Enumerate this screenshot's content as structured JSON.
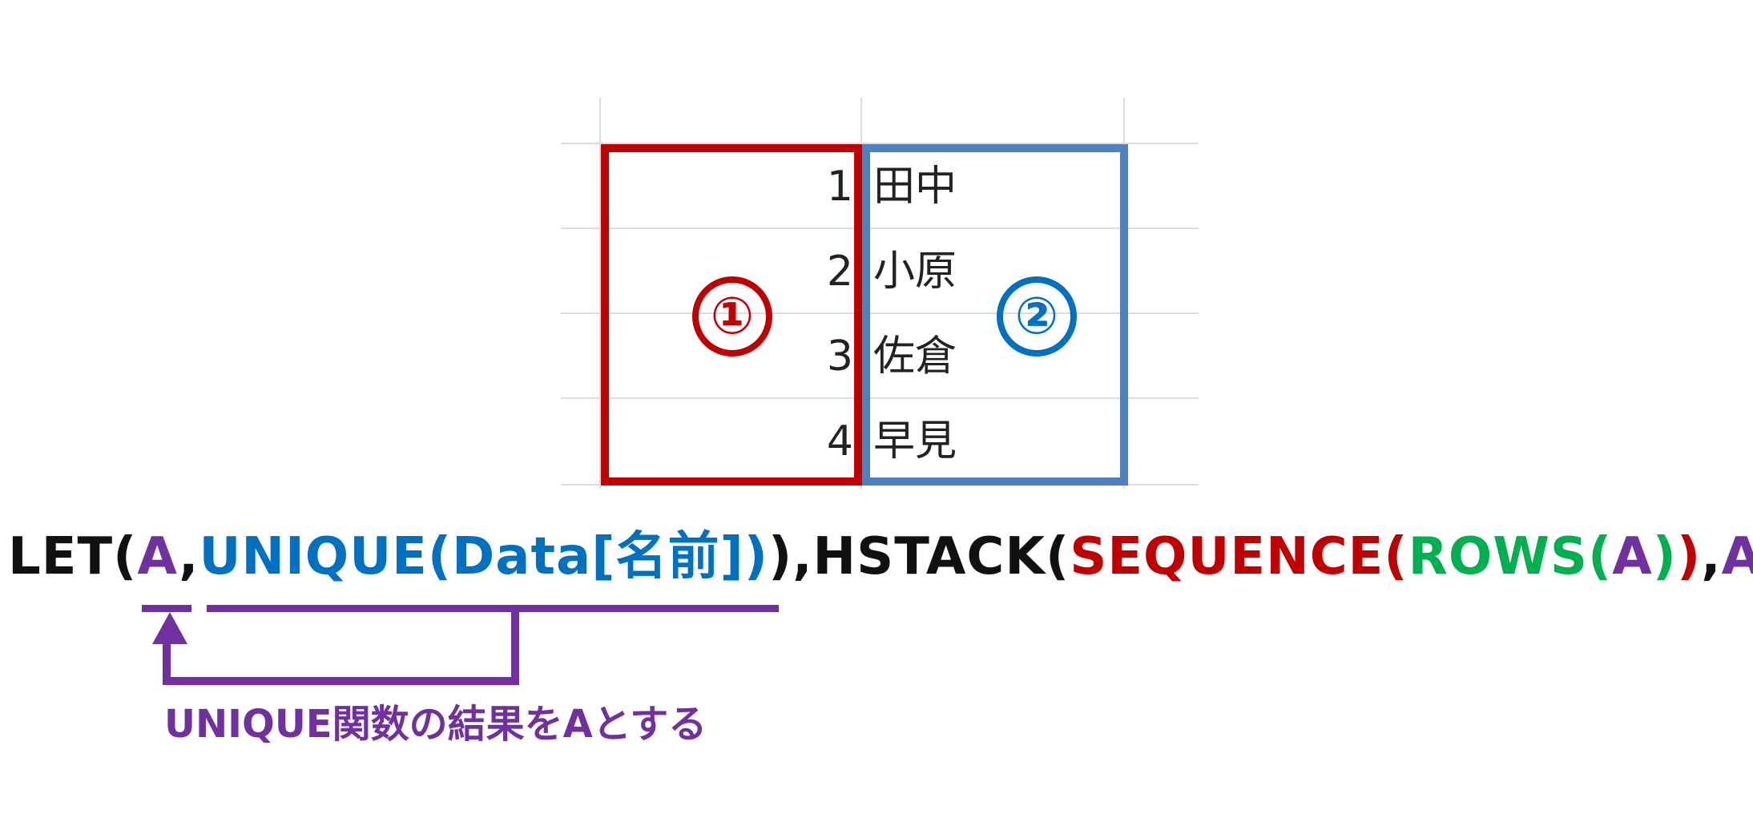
{
  "table": {
    "rows": [
      {
        "number": "1",
        "name": "田中"
      },
      {
        "number": "2",
        "name": "小原"
      },
      {
        "number": "3",
        "name": "佐倉"
      },
      {
        "number": "4",
        "name": "早見"
      }
    ]
  },
  "labels": {
    "region1": "①",
    "region2": "②"
  },
  "formula": {
    "let": "LET(",
    "a1": "A",
    "comma1": ",",
    "unique_open": "UNIQUE(Data[名前])",
    "close1": ")",
    "comma2": ",",
    "hstack": "HSTACK(",
    "sequence": "SEQUENCE(",
    "rows": "ROWS(",
    "a2": "A",
    "rows_close": ")",
    "seq_close": ")",
    "comma3": ",",
    "a3": "A",
    "final_close": ")"
  },
  "annotation": {
    "text": "UNIQUE関数の結果をAとする"
  },
  "colors": {
    "red": "#c00000",
    "blue": "#0070c0",
    "box_blue": "#4f81bd",
    "purple": "#7030a0",
    "green": "#00b050",
    "black": "#111111",
    "grid": "#dcdcdc"
  }
}
